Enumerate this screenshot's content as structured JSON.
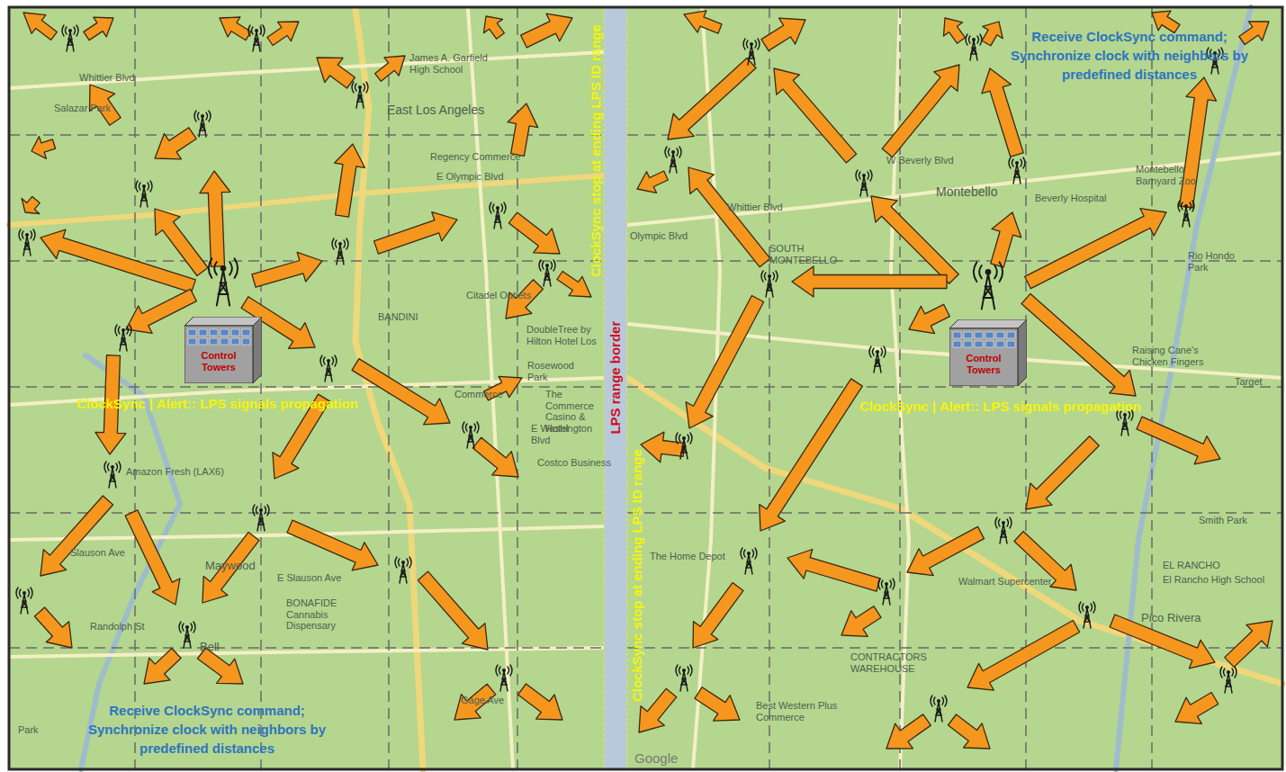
{
  "diagram": {
    "nodes": [
      {
        "text": [
          "Control Towers"
        ]
      },
      {
        "text": [
          "Control Towers"
        ]
      }
    ],
    "labels": [
      "ClockSync stop at ending LPS ID range",
      "Receive ClockSync command; Synchronize clock with neighbors by predefined distances",
      "LPS range border",
      "ClockSync | Alert:: LPS signals propagation",
      "ClockSync | Alert:: LPS signals propagation",
      "ClockSync stop at ending LPS ID range",
      "Receive ClockSync command; Synchronize clock with neighbors by predefined distances",
      "Salazar Park",
      "East Los Angeles",
      "James A. Garfield High School",
      "Regency Commerce",
      "BANDINI",
      "Citadel Outlets",
      "DoubleTree by Hilton Hotel Los",
      "Rosewood Park",
      "The Commerce Casino & Hotel",
      "Commerce",
      "Costco Business",
      "Amazon Fresh (LAX6)",
      "Maywood",
      "Bell",
      "BONAFIDE Cannabis Dispensary",
      "E Slauson Ave",
      "Slauson Ave",
      "Randolph St",
      "Gage Ave",
      "Park",
      "Whittier Blvd",
      "E Olympic Blvd",
      "E Washington Blvd",
      "Montebello",
      "Beverly Hospital",
      "Montebello Barnyard Zoo",
      "Rio Hondo Park",
      "Raising Cane's Chicken Fingers",
      "Target",
      "SOUTH MONTEBELLO",
      "W Beverly Blvd",
      "Olympic Blvd",
      "Whittier Blvd",
      "The Home Depot",
      "Walmart Supercenter",
      "EL RANCHO",
      "El Rancho High School",
      "Pico Rivera",
      "CONTRACTORS WAREHOUSE",
      "Best Western Plus Commerce",
      "Smith Park",
      "Google"
    ]
  }
}
